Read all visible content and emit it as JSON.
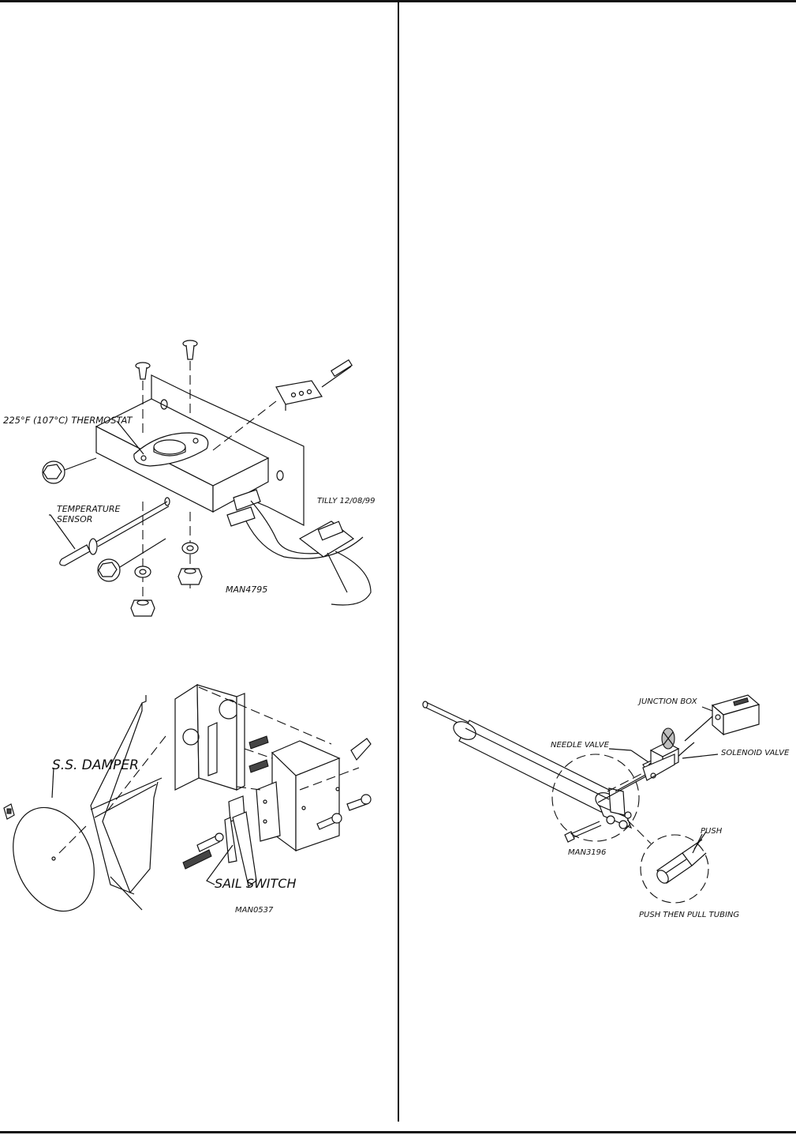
{
  "figure_thermostat": {
    "thermostat_label": "225°F (107°C) THERMOSTAT",
    "sensor_label_line1": "TEMPERATURE",
    "sensor_label_line2": "SENSOR",
    "drafter_note": "TILLY 12/08/99",
    "drawing_number": "MAN4795"
  },
  "figure_sail_switch": {
    "damper_label": "S.S. DAMPER",
    "switch_label": "SAIL SWITCH",
    "drawing_number": "MAN0537"
  },
  "figure_solenoid": {
    "junction_box_label": "JUNCTION BOX",
    "needle_valve_label": "NEEDLE VALVE",
    "solenoid_valve_label": "SOLENOID VALVE",
    "drawing_number": "MAN3196",
    "push_label": "PUSH",
    "push_pull_label": "PUSH THEN PULL TUBING"
  }
}
